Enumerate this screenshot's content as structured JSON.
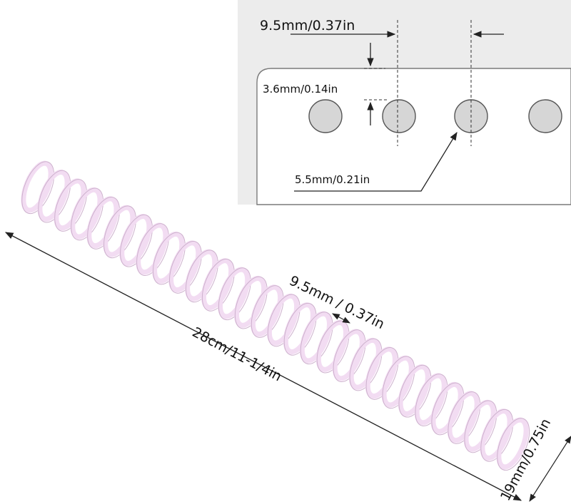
{
  "colors": {
    "coil": "#f2dcf2",
    "coil_edge": "#cdb1cd",
    "coil_shade": "#dcc1dc",
    "panel_bg": "#ececec",
    "paper": "#ffffff",
    "hole": "#d6d6d6",
    "line": "#222222"
  },
  "inset": {
    "pitch_label": "9.5mm/0.37in",
    "edge_label": "3.6mm/0.14in",
    "hole_label": "5.5mm/0.21in"
  },
  "coil": {
    "length_label": "28cm/11-1/4in",
    "pitch_label": "9.5mm / 0.37in",
    "diameter_label": "19mm/0.75in"
  }
}
